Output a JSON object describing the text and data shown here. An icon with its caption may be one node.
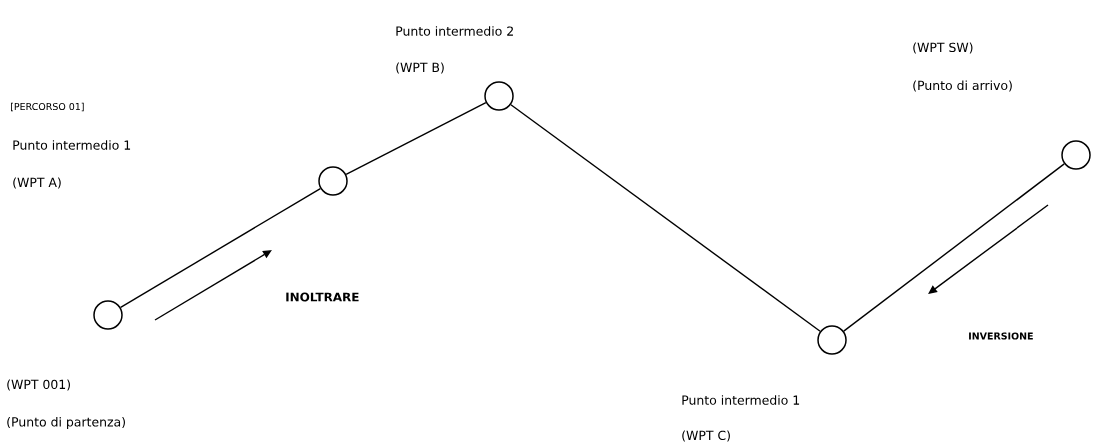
{
  "diagram": {
    "nodes": [
      {
        "text": [],
        "shape": "circle",
        "beside": [
          "(WPT 001)",
          "(Punto di partenza)"
        ]
      },
      {
        "text": [],
        "shape": "circle",
        "beside": [
          "Punto intermedio 1",
          "(WPT A)"
        ]
      },
      {
        "text": [],
        "shape": "circle",
        "beside": [
          "Punto intermedio 2",
          "(WPT B)"
        ]
      },
      {
        "text": [],
        "shape": "circle",
        "beside": [
          "Punto intermedio 1",
          "(WPT C)"
        ]
      },
      {
        "text": [],
        "shape": "circle",
        "beside": [
          "(WPT SW)",
          "(Punto di arrivo)"
        ]
      }
    ],
    "edges": [
      {
        "from": 0,
        "to": 1,
        "arrow": "none"
      },
      {
        "from": 1,
        "to": 2,
        "arrow": "none"
      },
      {
        "from": 2,
        "to": 3,
        "arrow": "none"
      },
      {
        "from": 3,
        "to": 4,
        "arrow": "none"
      }
    ],
    "labels": [
      "[PERCORSO 01]",
      "INOLTRARE",
      "INVERSIONE"
    ]
  }
}
